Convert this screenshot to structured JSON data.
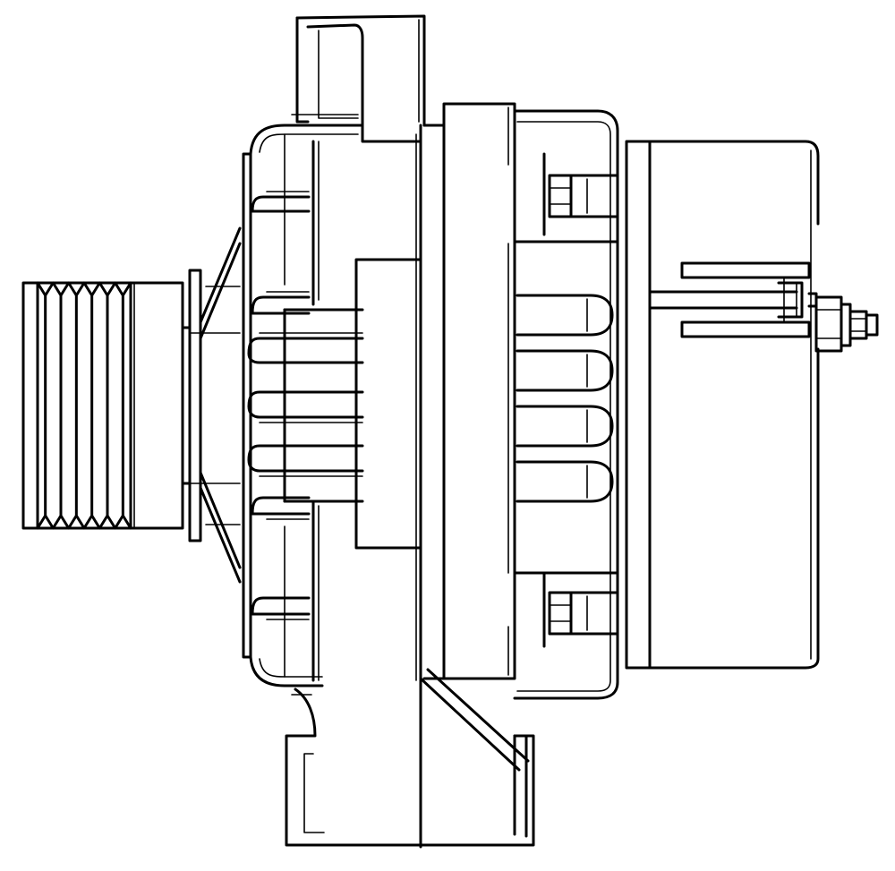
{
  "drawing": {
    "subject": "alternator",
    "view": "side",
    "style": "black line art on white",
    "colors": {
      "line": "#000000",
      "background": "#ffffff"
    },
    "pulley": {
      "groove_count": 6
    },
    "cooling_fins": {
      "upper_count": 2,
      "center_count": 3,
      "lower_count": 2
    },
    "rear_slots": {
      "count": 4
    },
    "mounting_nuts": {
      "count": 2
    },
    "output_terminal": {
      "present": true
    }
  }
}
